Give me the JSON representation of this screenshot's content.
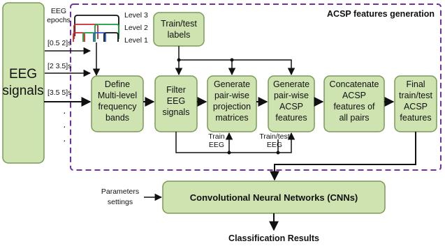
{
  "input_box": {
    "line1": "EEG",
    "line2": "signals"
  },
  "epochs_label": {
    "line1": "EEG",
    "line2": "epochs"
  },
  "levels": [
    "Level 3",
    "Level 2",
    "Level 1"
  ],
  "windows": [
    "[0.5 2]s",
    "[2 3.5]s",
    "[3.5 5]s"
  ],
  "dots": "·",
  "region_title": "ACSP features generation",
  "blocks": {
    "train_test_labels": [
      "Train/test",
      "labels"
    ],
    "define_bands": [
      "Define",
      "Multi-level",
      "frequency",
      "bands"
    ],
    "filter_eeg": [
      "Filter",
      "EEG",
      "signals"
    ],
    "projection": [
      "Generate",
      "pair-wise",
      "projection",
      "matrices"
    ],
    "acsp": [
      "Generate",
      "pair-wise",
      "ACSP",
      "features"
    ],
    "concatenate": [
      "Concatenate",
      "ACSP",
      "features of",
      "all pairs"
    ],
    "final": [
      "Final",
      "train/test",
      "ACSP",
      "features"
    ]
  },
  "train_eeg": [
    "Train",
    "EEG"
  ],
  "train_test_eeg": [
    "Train/test",
    "EEG"
  ],
  "params": [
    "Parameters",
    "settings"
  ],
  "cnn_label": "Convolutional Neural Networks (CNNs)",
  "result_label": "Classification Results",
  "colors": {
    "box_fill": "#cfe3b0",
    "box_stroke": "#7a9a5a",
    "region_border": "#7030a0",
    "arrow": "#111111",
    "level_colors": [
      "#cc2a2a",
      "#1a9a3a",
      "#2a5ad0"
    ]
  }
}
